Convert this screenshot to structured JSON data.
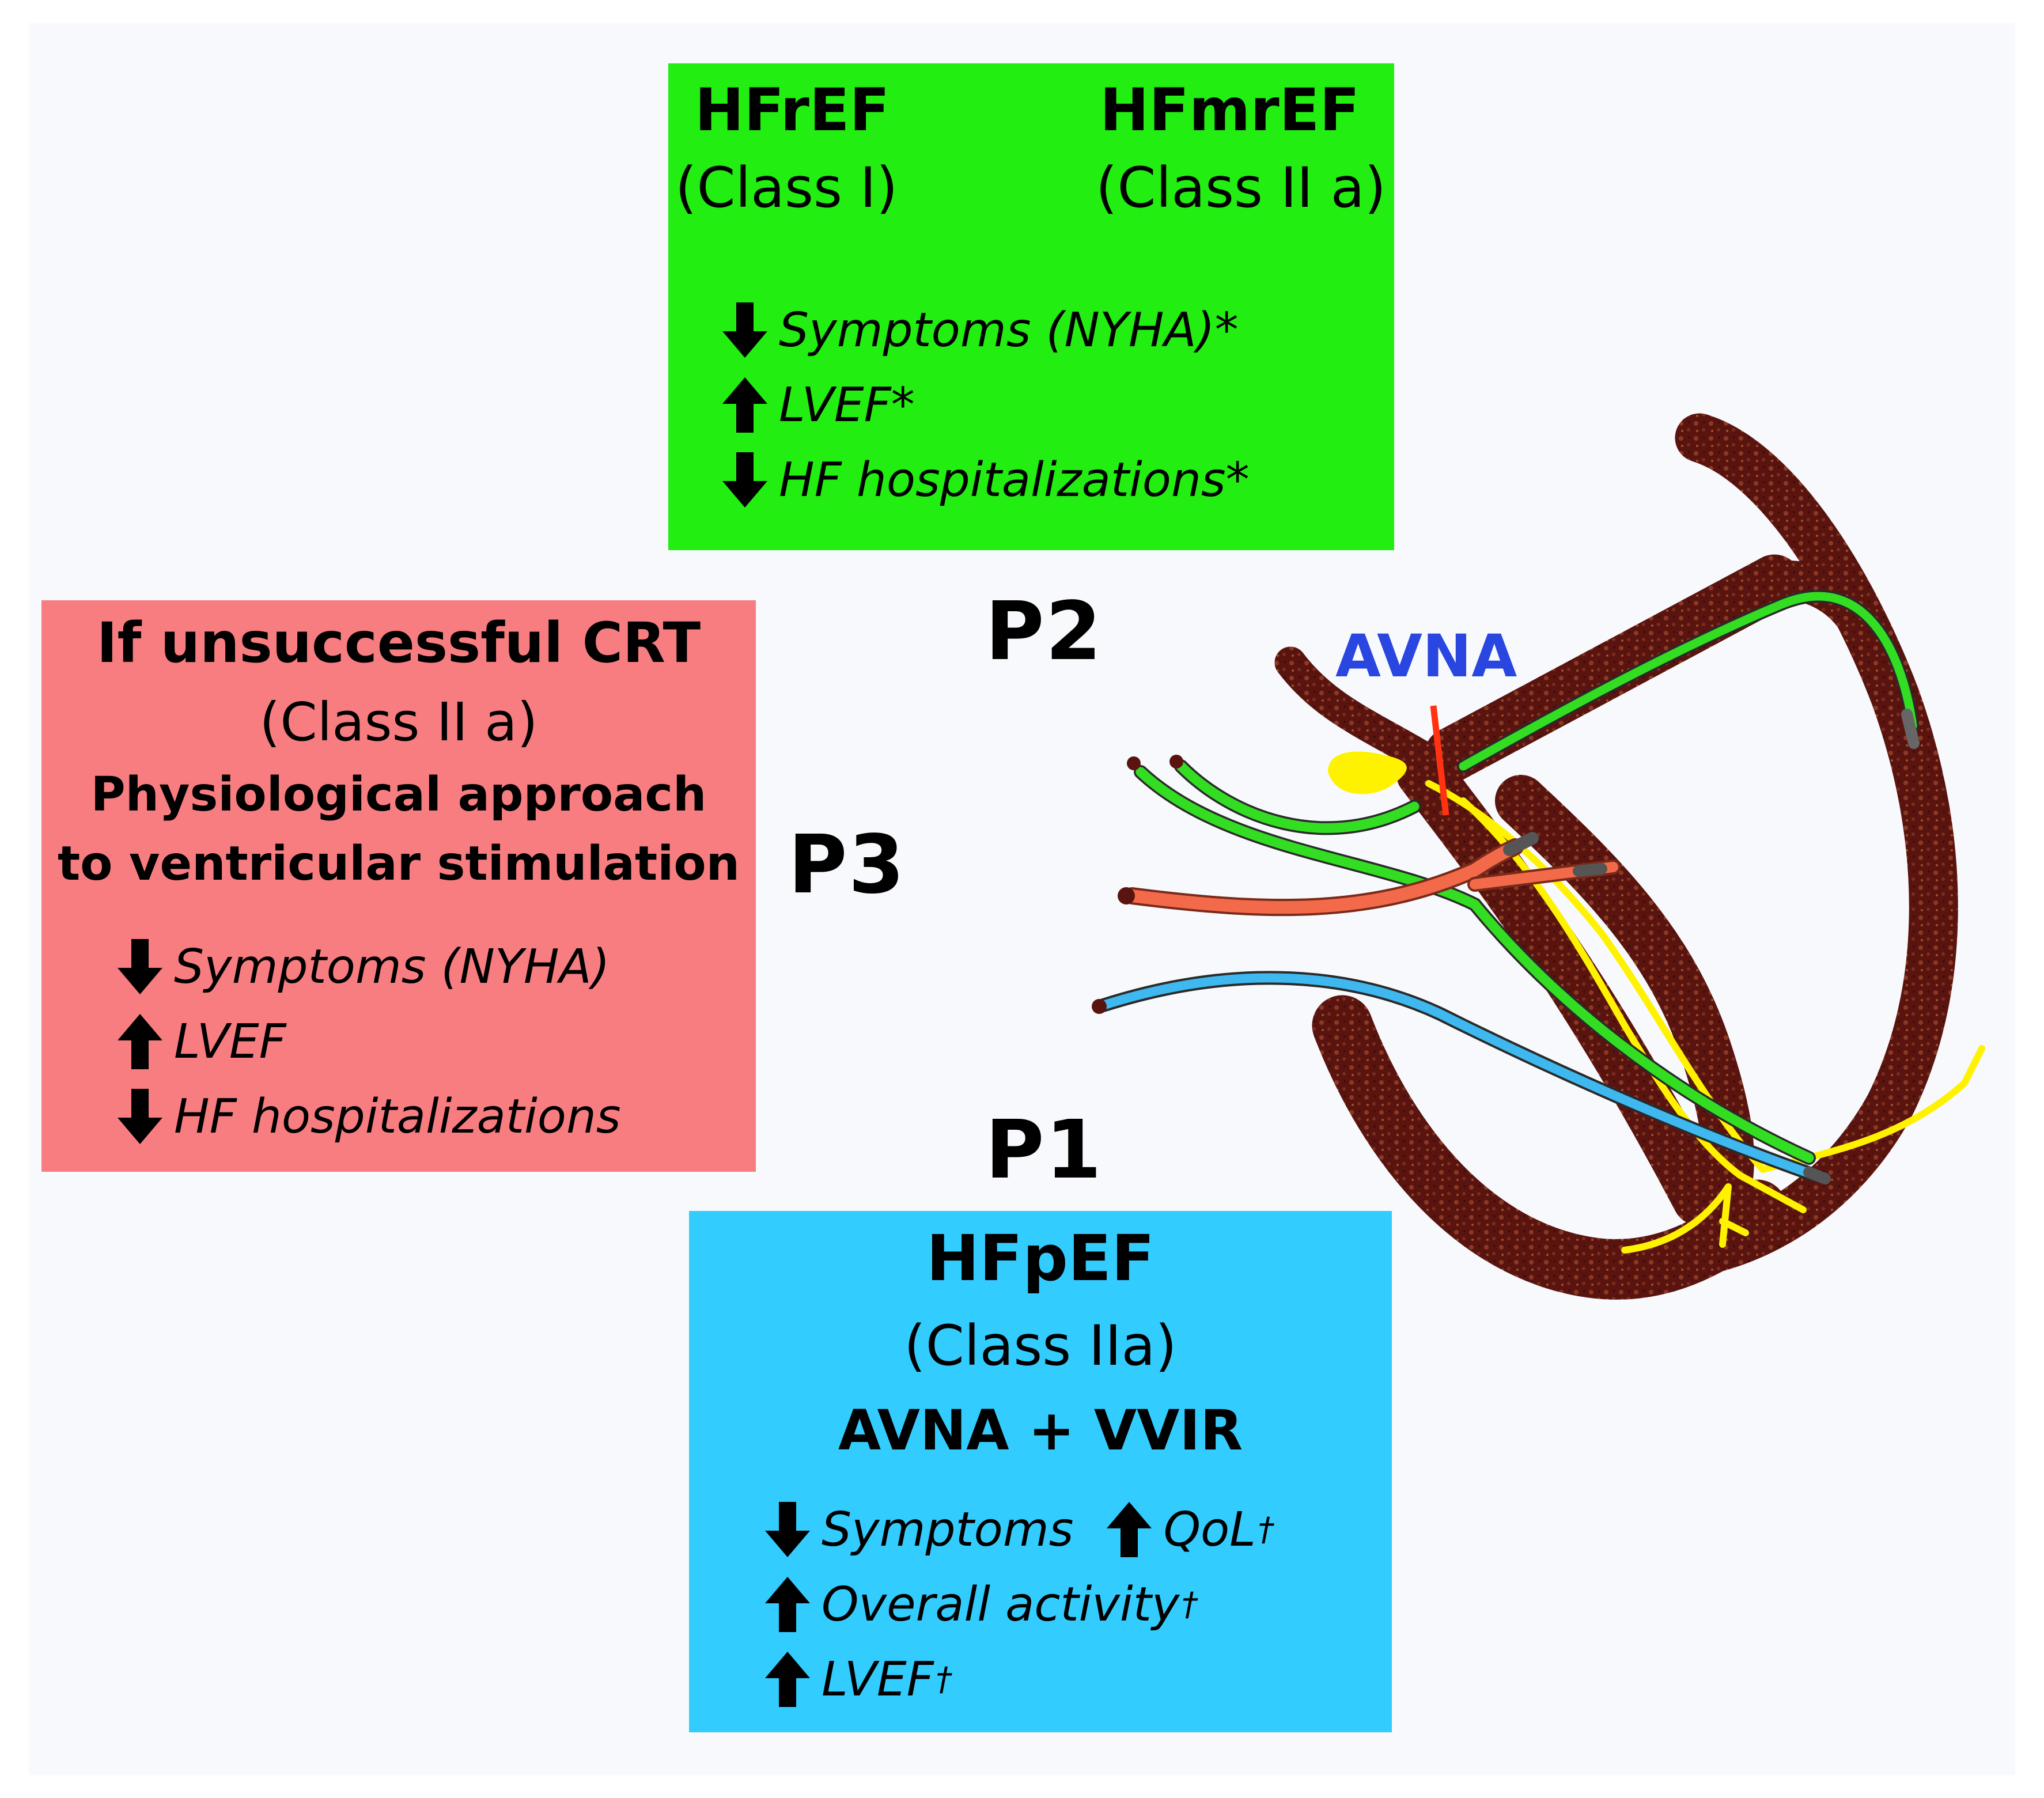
{
  "green_box": {
    "left_title": "HFrEF",
    "left_class": "(Class I)",
    "right_title": "HFmrEF",
    "right_class": "(Class II a)",
    "items": [
      {
        "arrow": "down-arrow",
        "text": "Symptoms (NYHA)*"
      },
      {
        "arrow": "up-arrow",
        "text": "LVEF*"
      },
      {
        "arrow": "down-arrow",
        "text": "HF hospitalizations*"
      }
    ]
  },
  "red_box": {
    "title": "If unsuccessful CRT",
    "class": "(Class II a)",
    "approach_line1": "Physiological approach",
    "approach_line2": "to ventricular stimulation",
    "items": [
      {
        "arrow": "down-arrow",
        "text": "Symptoms (NYHA)"
      },
      {
        "arrow": "up-arrow",
        "text": "LVEF"
      },
      {
        "arrow": "down-arrow",
        "text": "HF hospitalizations"
      }
    ]
  },
  "blue_box": {
    "title": "HFpEF",
    "class": "(Class IIa)",
    "therapy": "AVNA + VVIR",
    "row1_a": "Symptoms",
    "row1_b": "QoL",
    "row2": "Overall activity",
    "row3": "LVEF",
    "dagger": "†"
  },
  "pacing_labels": {
    "p1": "P1",
    "p2": "P2",
    "p3": "P3"
  },
  "heart_label": "AVNA",
  "colors": {
    "green_box": "#22ee11",
    "red_box": "#f77d80",
    "blue_box": "#33ccff",
    "heart": "#5a1410",
    "conduction": "#fff200",
    "lead_green": "#33dd22",
    "lead_orange": "#f26a4a",
    "lead_blue": "#3fb8f0",
    "avna_text": "#2946e0",
    "ablation_line": "#ff3311"
  }
}
